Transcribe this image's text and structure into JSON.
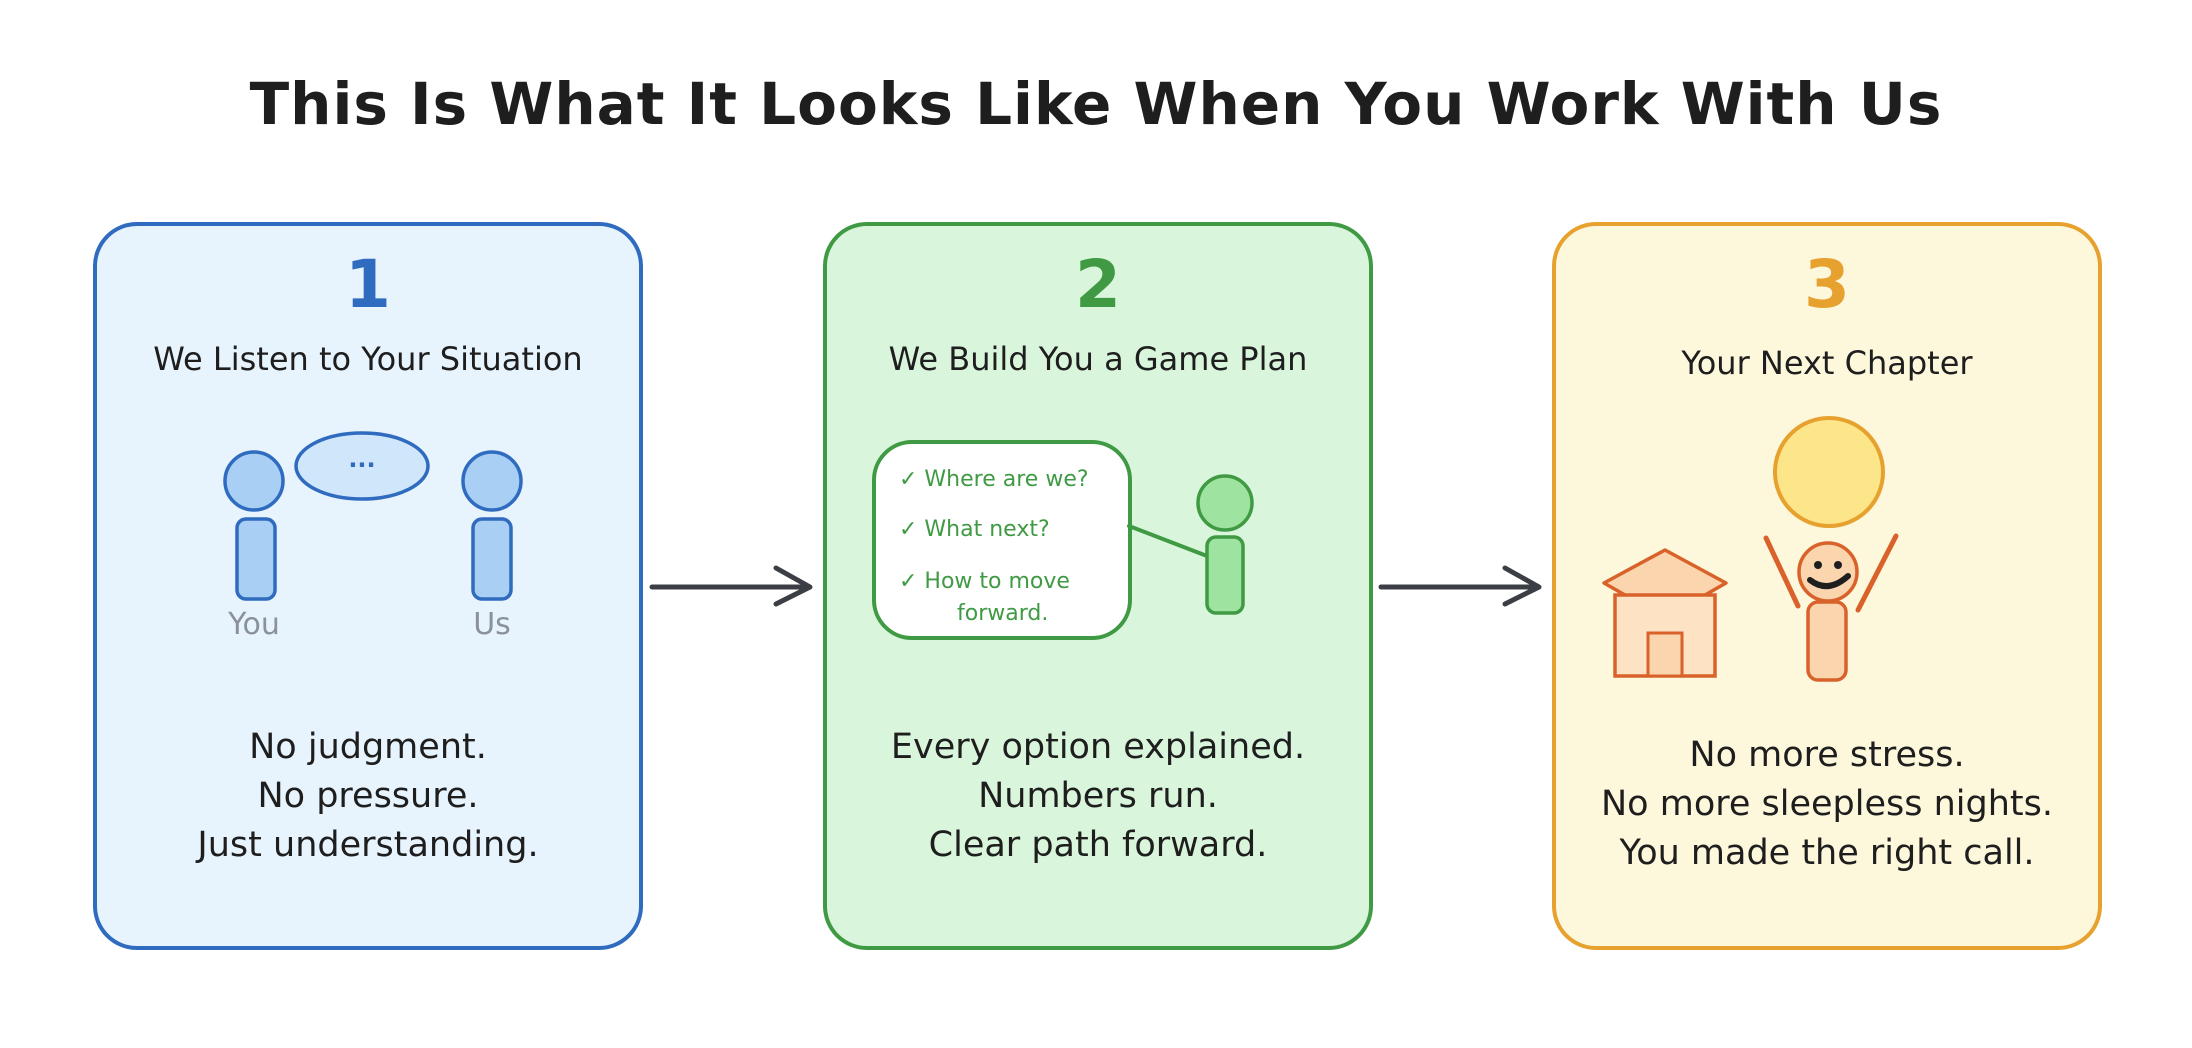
{
  "title": "This Is What It Looks Like When You Work With Us",
  "colors": {
    "blue": "#2f6bbf",
    "blue_fill": "#a9cff5",
    "blue_bg": "#e8f4fd",
    "green": "#3f9a43",
    "green_fill": "#9ee39f",
    "green_bg": "#d9f6dc",
    "orange": "#e7a12e",
    "orange_bg": "#fdf7dc",
    "person_orange": "#d9622b",
    "person_orange_fill": "#fbd5ae",
    "sun_fill": "#fde68a",
    "arrow": "#3b3f45",
    "label_gray": "#8a9199"
  },
  "steps": [
    {
      "number": "1",
      "title": "We Listen to Your Situation",
      "speech_bubble": "...",
      "labels": {
        "left": "You",
        "right": "Us"
      },
      "lines": [
        "No judgment.",
        "No pressure.",
        "Just understanding."
      ]
    },
    {
      "number": "2",
      "title": "We Build You a Game Plan",
      "checklist": [
        "✓ Where are we?",
        "✓ What next?",
        "✓ How to move",
        "forward."
      ],
      "lines": [
        "Every option explained.",
        "Numbers run.",
        "Clear path forward."
      ]
    },
    {
      "number": "3",
      "title": "Your Next Chapter",
      "lines": [
        "No more stress.",
        "No more sleepless nights.",
        "You made the right call."
      ]
    }
  ],
  "icons": {
    "people": "person-icon",
    "chat": "speech-bubble-icon",
    "plan": "checklist-bubble-icon",
    "house": "house-icon",
    "sun": "sun-icon",
    "celebration": "celebrating-person-icon",
    "arrow": "arrow-right-icon"
  }
}
